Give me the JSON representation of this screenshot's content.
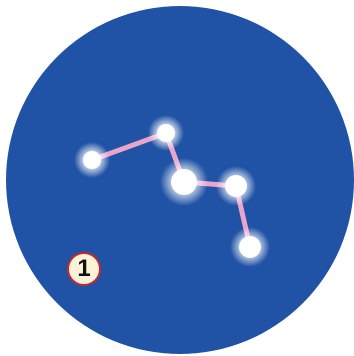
{
  "badge": {
    "number": "1",
    "fill": "#fbf3d8",
    "border": "#c6282d"
  },
  "colors": {
    "sky": "#2053a5",
    "line": "#e8a6cc",
    "star": "#ffffff"
  },
  "constellation": {
    "stars": 5,
    "links": 4
  }
}
